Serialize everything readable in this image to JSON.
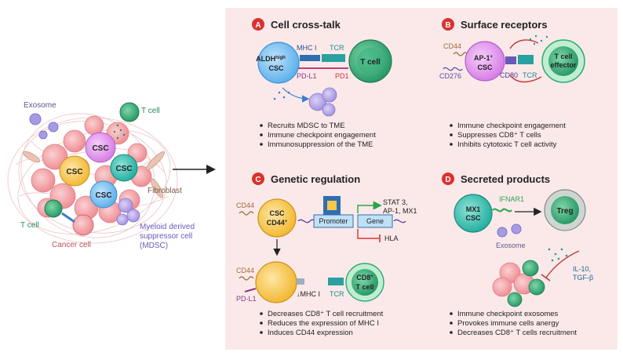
{
  "tme": {
    "exosome": "Exosome",
    "t_cell_top": "T cell",
    "csc_labels": [
      "CSC",
      "CSC",
      "CSC",
      "CSC"
    ],
    "fibroblast": "Fibroblast",
    "t_cell_left": "T cell",
    "cancer_cell": "Cancer cell",
    "mdsc_line1": "Myeloid derived",
    "mdsc_line2": "suppressor cell",
    "mdsc_line3": "(MDSC)"
  },
  "panels": {
    "a": {
      "badge": "A",
      "title": "Cell cross-talk",
      "mhc": "MHC I",
      "tcr": "TCR",
      "pdl1": "PD-L1",
      "pd1": "PD1",
      "aldh_main": "ALDH",
      "aldh_sup": "high",
      "csc": "CSC",
      "tcell": "T cell",
      "bullets": [
        "Recruits MDSC to TME",
        "Immune checkpoint engagement",
        "Immunosuppression of the TME"
      ]
    },
    "b": {
      "badge": "B",
      "title": "Surface receptors",
      "cd44": "CD44",
      "cd276": "CD276",
      "ap1_main": "AP-1",
      "ap1_sup": "+",
      "csc": "CSC",
      "cd80": "CD80",
      "tcr": "TCR",
      "teff1": "T cell",
      "teff2": "effector",
      "bullets": [
        "Immune checkpoint engagement",
        "Suppresses CD8⁺ T cells",
        "Inhibits cytotoxic T cell activity"
      ]
    },
    "c": {
      "badge": "C",
      "title": "Genetic regulation",
      "cd44": "CD44",
      "csc": "CSC",
      "cd44p_main": "CD44",
      "cd44p_sup": "+",
      "promoter": "Promoter",
      "gene": "Gene",
      "targets1": "STAT 3,",
      "targets2": "AP-1, MX1",
      "hla": "HLA",
      "cd44_bottom": "CD44",
      "pdl1": "PD-L1",
      "mhc": "↓MHC I",
      "tcr": "TCR",
      "cd8_main": "CD8",
      "cd8_sup": "+",
      "cd8_tcell": "T cell",
      "bullets": [
        "Decreases CD8⁺ T cell recruitment",
        "Reduces the expression of MHC I",
        "Induces CD44 expression"
      ]
    },
    "d": {
      "badge": "D",
      "title": "Secreted products",
      "mx1": "MX1",
      "csc": "CSC",
      "ifnar": "IFNAR1",
      "treg": "Treg",
      "exosome": "Exosome",
      "il10": "IL-10,",
      "tgfb": "TGF-β",
      "bullets": [
        "Immune checkpoint exosomes",
        "Provokes immune cells anergy",
        "Decreases CD8⁺ T cells recruitment"
      ]
    }
  },
  "colors": {
    "panel_bg": "#fbe9ea",
    "badge": "#d9322f",
    "csc_blue": "#7fc4f2",
    "tcell_green": "#2fa874",
    "csc_pink": "#e59bf0",
    "csc_teal": "#38c4b3",
    "csc_yellow": "#f7c64a",
    "mdsc_purple": "#b7a6e6",
    "cancer_pink": "#f2a4a8"
  }
}
